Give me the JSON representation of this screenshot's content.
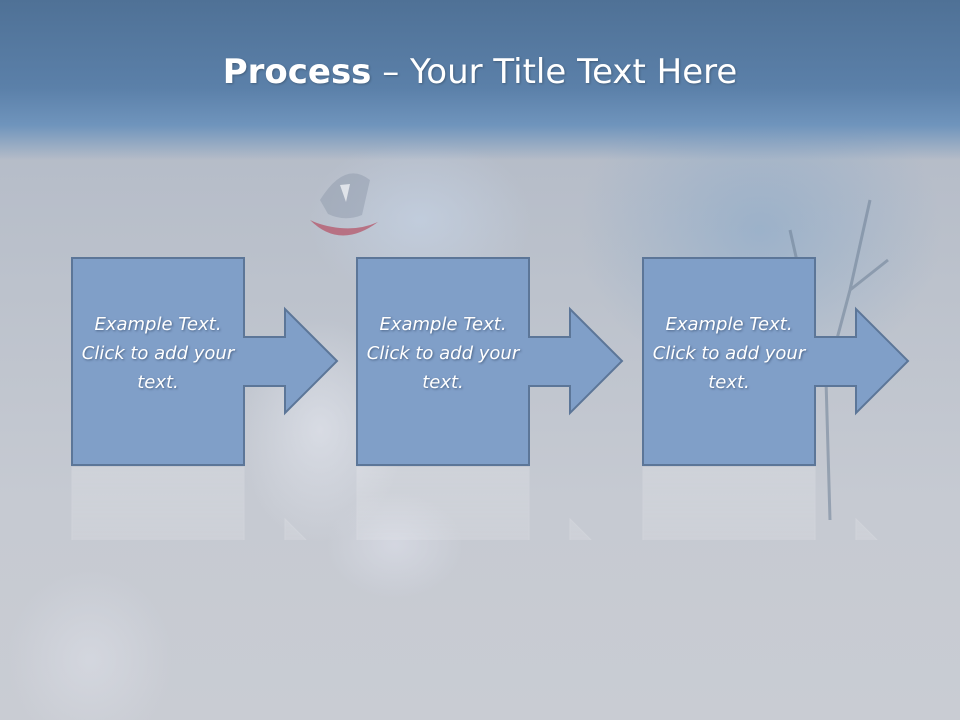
{
  "slide": {
    "title_bold": "Process",
    "title_rest": " – Your Title Text Here"
  },
  "steps": [
    {
      "text": "Example Text. Click  to add your text."
    },
    {
      "text": "Example Text. Click  to add your text."
    },
    {
      "text": "Example Text. Click  to add your text."
    }
  ],
  "colors": {
    "box_fill": "#809fc8",
    "box_stroke": "#5c7698",
    "header": "#5b80a9",
    "text": "#ffffff"
  }
}
